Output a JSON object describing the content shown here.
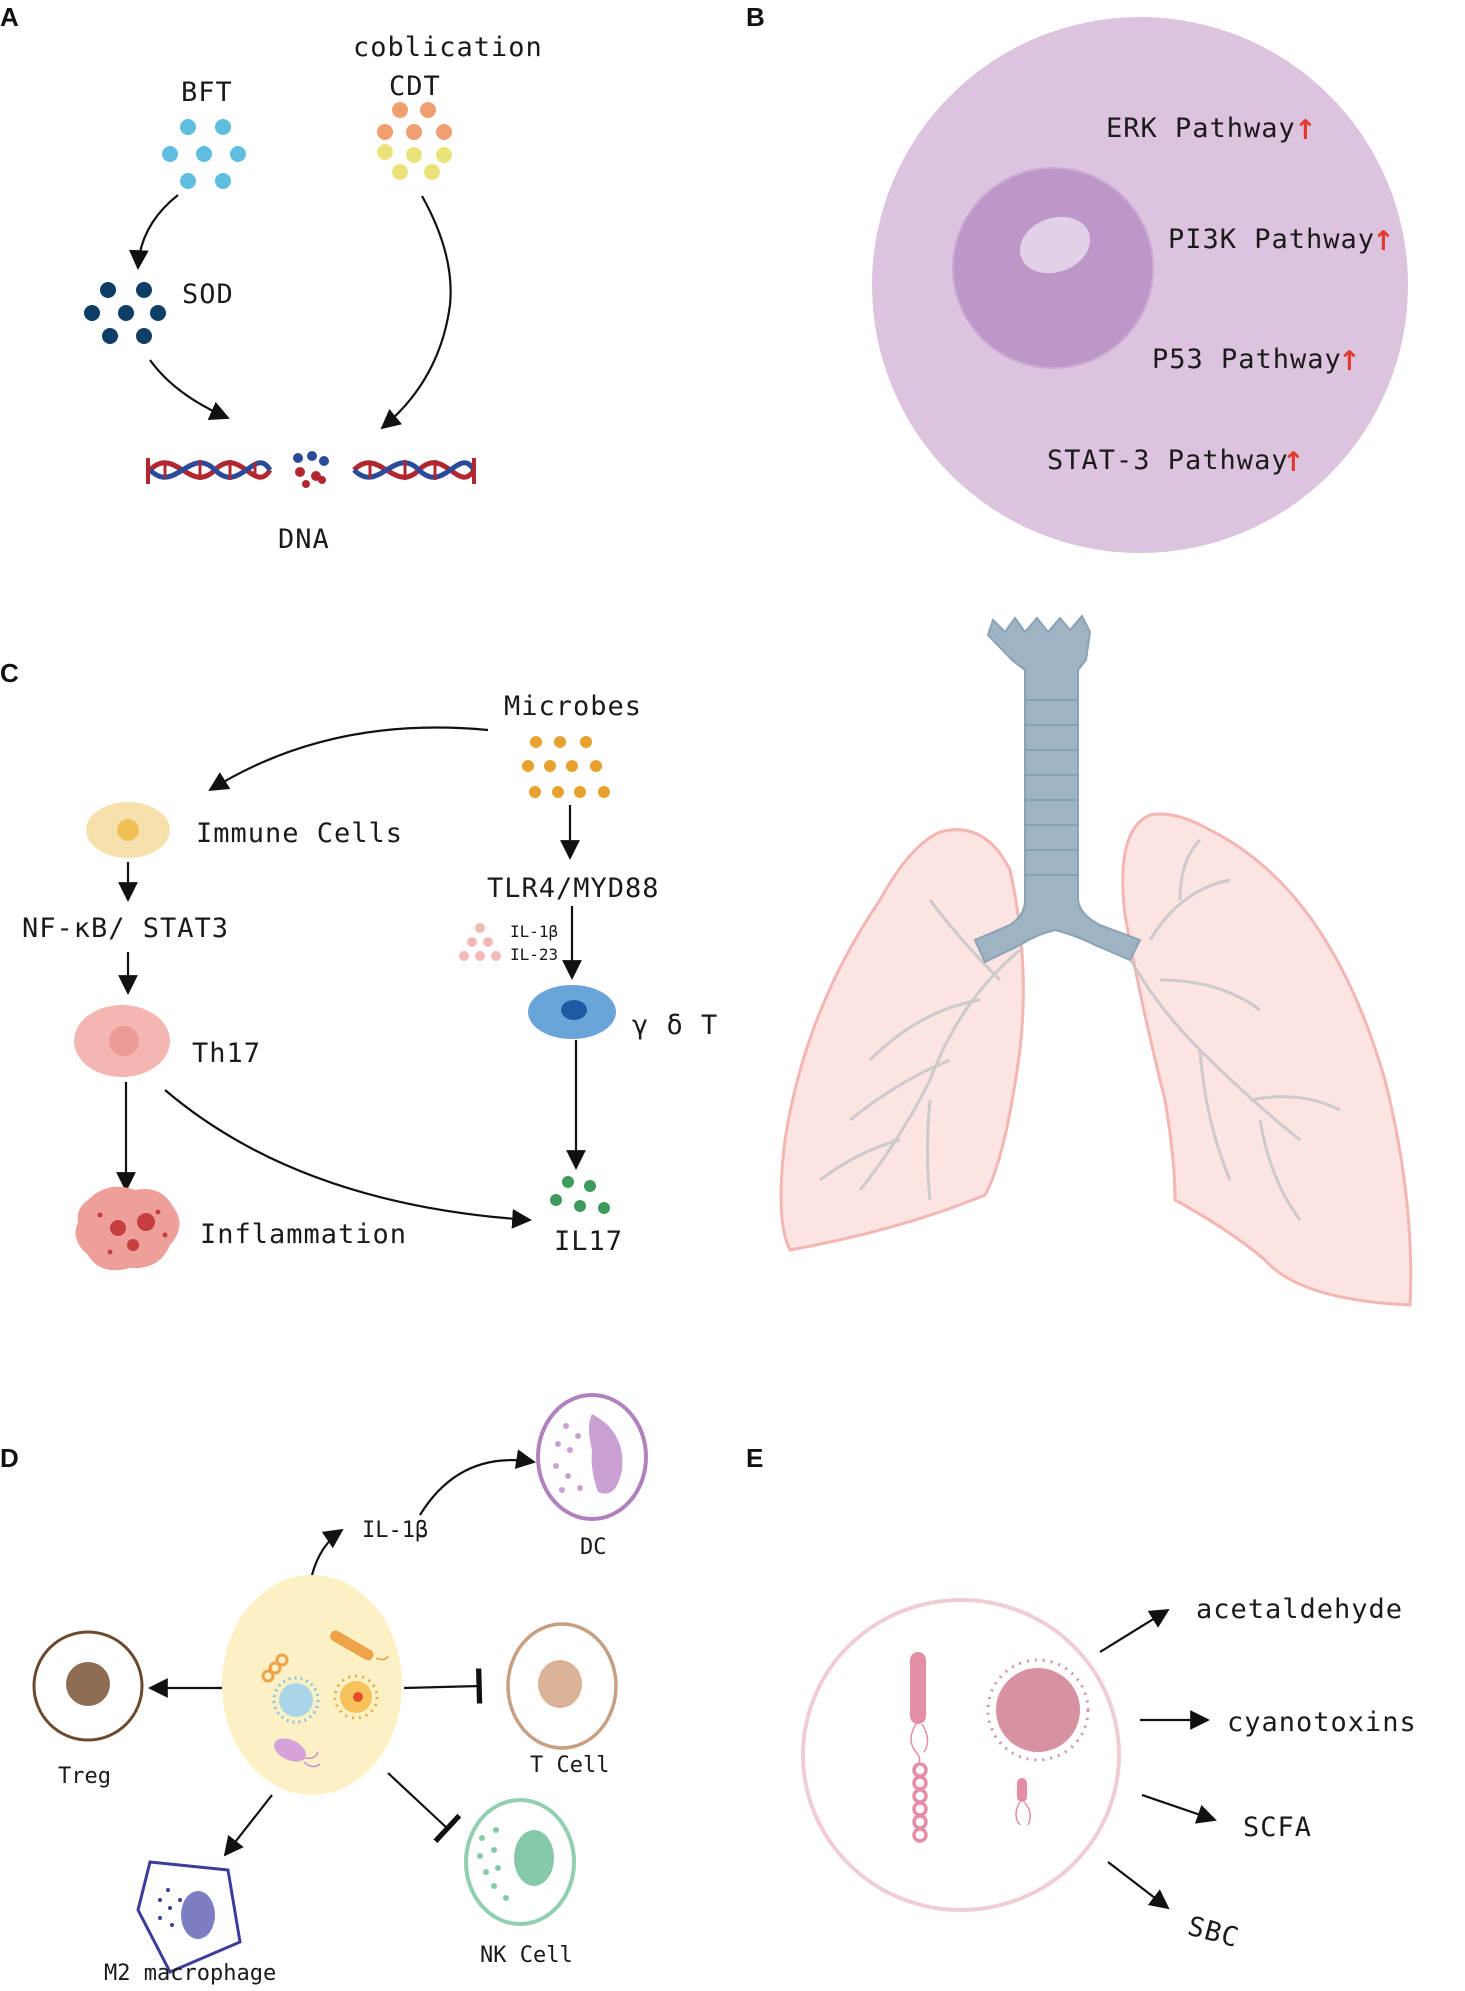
{
  "colors": {
    "bft": "#5fbde0",
    "cdt_orange": "#f0a070",
    "cdt_yellow": "#ece27a",
    "sod": "#0e3d66",
    "dna_red": "#b1272f",
    "dna_blue": "#2c4a9a",
    "cell_outer": "#dcc3de",
    "cell_nucleus": "#bc97c7",
    "pathway_arrow": "#e23a2e",
    "microbes": "#e8a12e",
    "il17": "#3d9a5b",
    "il1b_il23": "#f1b9b9",
    "th17": "#f3b6b0",
    "immune_cell": "#f6e1ad",
    "gdt": "#6aa5d9",
    "lung": "#fbe4e1",
    "trachea": "#9db4c4",
    "microbe_blob": "#fbf1c4",
    "treg": "#7d5c3f",
    "tcell": "#c79f82",
    "nkcell": "#91cfb0",
    "dc": "#b082bd",
    "m2": "#3c3c9a",
    "panel_e_circle": "#f0cdd5"
  },
  "panel_a": {
    "letter": "A",
    "bft_label": "BFT",
    "cdt_top_label": "coblication",
    "cdt_label": "CDT",
    "sod_label": "SOD",
    "dna_label": "DNA"
  },
  "panel_b": {
    "letter": "B",
    "pathways": [
      {
        "label": "ERK Pathway",
        "arrow": "↑"
      },
      {
        "label": "PI3K Pathway",
        "arrow": "↑"
      },
      {
        "label": "P53 Pathway",
        "arrow": "↑"
      },
      {
        "label": "STAT-3 Pathway",
        "arrow": "↑"
      }
    ]
  },
  "panel_c": {
    "letter": "C",
    "microbes_label": "Microbes",
    "immune_cells_label": "Immune Cells",
    "nfkb_label": "NF-κB/ STAT3",
    "th17_label": "Th17",
    "inflammation_label": "Inflammation",
    "tlr_label": "TLR4/MYD88",
    "il1b_label": "IL-1β",
    "il23_label": "IL-23",
    "gdt_label": "γ δ T",
    "il17_label": "IL17"
  },
  "panel_d": {
    "letter": "D",
    "il1b_label": "IL-1β",
    "dc_label": "DC",
    "treg_label": "Treg",
    "tcell_label": "T Cell",
    "nkcell_label": "NK Cell",
    "m2_label": "M2 macrophage"
  },
  "panel_e": {
    "letter": "E",
    "products": [
      "acetaldehyde",
      "cyanotoxins",
      "SCFA",
      "SBC"
    ]
  }
}
